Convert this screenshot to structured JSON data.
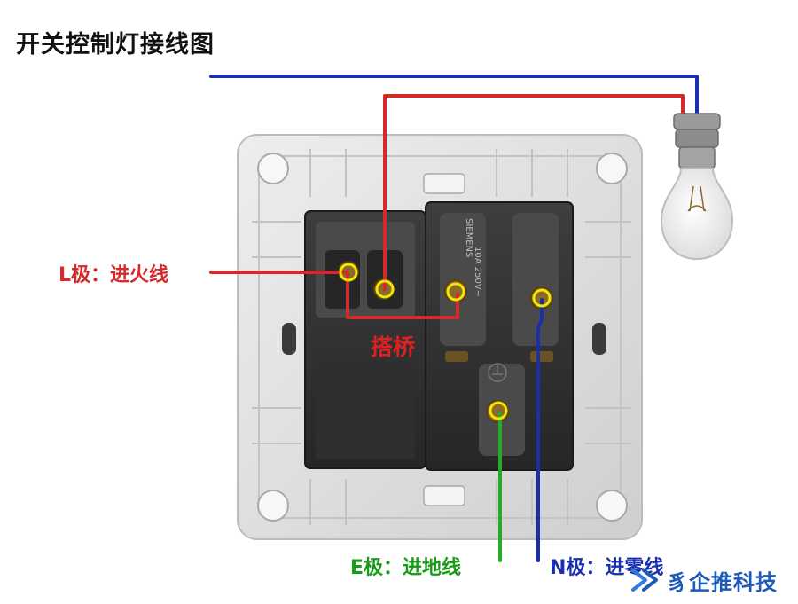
{
  "title": "开关控制灯接线图",
  "labels": {
    "l_pole": "L极：进火线",
    "bridge": "搭桥",
    "e_pole": "E极：进地线",
    "n_pole": "N极：进零线"
  },
  "switch_markings": {
    "brand": "SIEMENS",
    "rating": "10A 250V~"
  },
  "watermark": "豸企推科技",
  "colors": {
    "live_wire": "#d42a2a",
    "neutral_wire": "#1a2fb0",
    "earth_wire": "#2aa82a",
    "terminal_marker": "#f2e600",
    "frame": "#d9d9d9"
  }
}
